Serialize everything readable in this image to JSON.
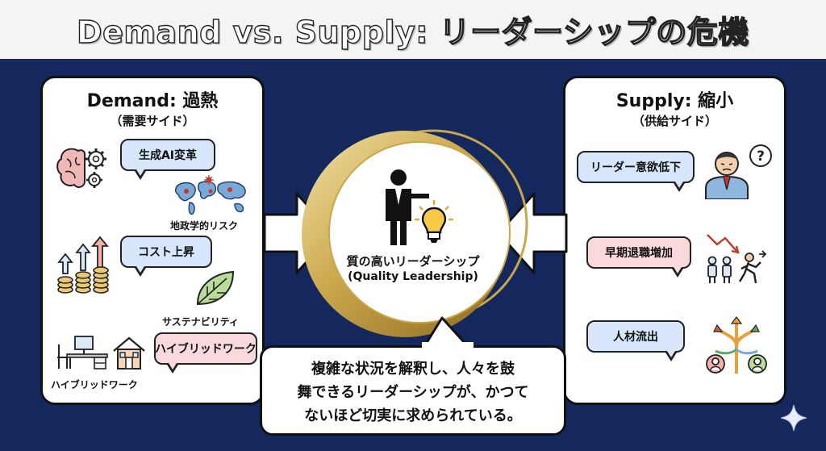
{
  "title": "Demand vs. Supply: リーダーシップの危機",
  "demand": {
    "heading": "Demand: 過熱",
    "subheading": "（需要サイド）",
    "items": [
      {
        "bubble": "生成AI変革",
        "caption": "地政学的リスク"
      },
      {
        "bubble": "コスト上昇",
        "caption": "サステナビリティ"
      },
      {
        "bubble": "ハイブリッドワーク",
        "caption": "ハイブリッドワーク"
      }
    ]
  },
  "supply": {
    "heading": "Supply: 縮小",
    "subheading": "（供給サイド）",
    "items": [
      {
        "bubble": "リーダー意欲低下"
      },
      {
        "bubble": "早期退職増加"
      },
      {
        "bubble": "人材流出"
      }
    ]
  },
  "center": {
    "label": "質の高いリーダーシップ",
    "sublabel": "(Quality Leadership)"
  },
  "callout": "複雑な状況を解釈し、人々を鼓\n舞できるリーダーシップが、かつて\nないほど切実に求められている。",
  "colors": {
    "background": "#14285e",
    "gold": "#c9a64a",
    "bubble_blue": "#d7e6fb",
    "bubble_pink": "#f9d9dc"
  },
  "icons": [
    "brain-gears-icon",
    "world-map-icon",
    "rising-coins-icon",
    "leaf-icon",
    "office-desk-icon",
    "house-icon",
    "confused-leader-icon",
    "declining-exit-icon",
    "diverging-arrows-people-icon",
    "presenter-icon",
    "lightbulb-icon",
    "sparkle-icon"
  ]
}
